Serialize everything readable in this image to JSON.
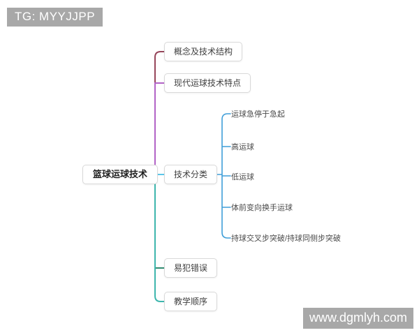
{
  "watermark_top_left": {
    "text": "TG: MYYJJPP"
  },
  "watermark_bottom_right": {
    "text": "www.dgmlyh.com"
  },
  "mindmap": {
    "root": {
      "label": "篮球运球技术"
    },
    "branches": [
      {
        "label": "概念及技术结构",
        "color": "#96455a"
      },
      {
        "label": "现代运球技术特点",
        "color": "#b263c6"
      },
      {
        "label": "技术分类",
        "color": "#5bc6e8",
        "children": [
          {
            "label": "运球急停于急起"
          },
          {
            "label": "高运球"
          },
          {
            "label": "低运球"
          },
          {
            "label": "体前变向换手运球"
          },
          {
            "label": "持球交叉步突破/持球同侧步突破"
          }
        ]
      },
      {
        "label": "易犯错误",
        "color": "#2f8b70"
      },
      {
        "label": "教学顺序",
        "color": "#3db6ad"
      }
    ],
    "child_branch_color": "#3f9ed8"
  }
}
